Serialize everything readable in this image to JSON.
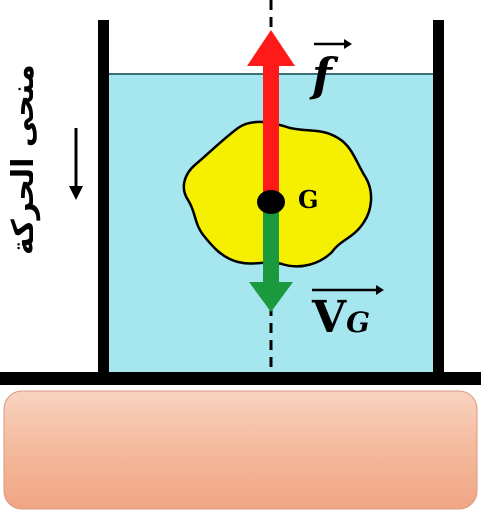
{
  "diagram": {
    "motion_direction_label": "منحى الحركة",
    "center_label": "G",
    "force_label": "f",
    "velocity_label": {
      "main": "V",
      "subscript": "G"
    },
    "colors": {
      "water": "#a6e6ef",
      "body": "#f5f000",
      "force_arrow": "#ff1a1a",
      "velocity_arrow": "#1a9a3c",
      "base_top": "#f7c9b2",
      "base_bottom": "#f1a888",
      "walls": "#000000"
    }
  }
}
